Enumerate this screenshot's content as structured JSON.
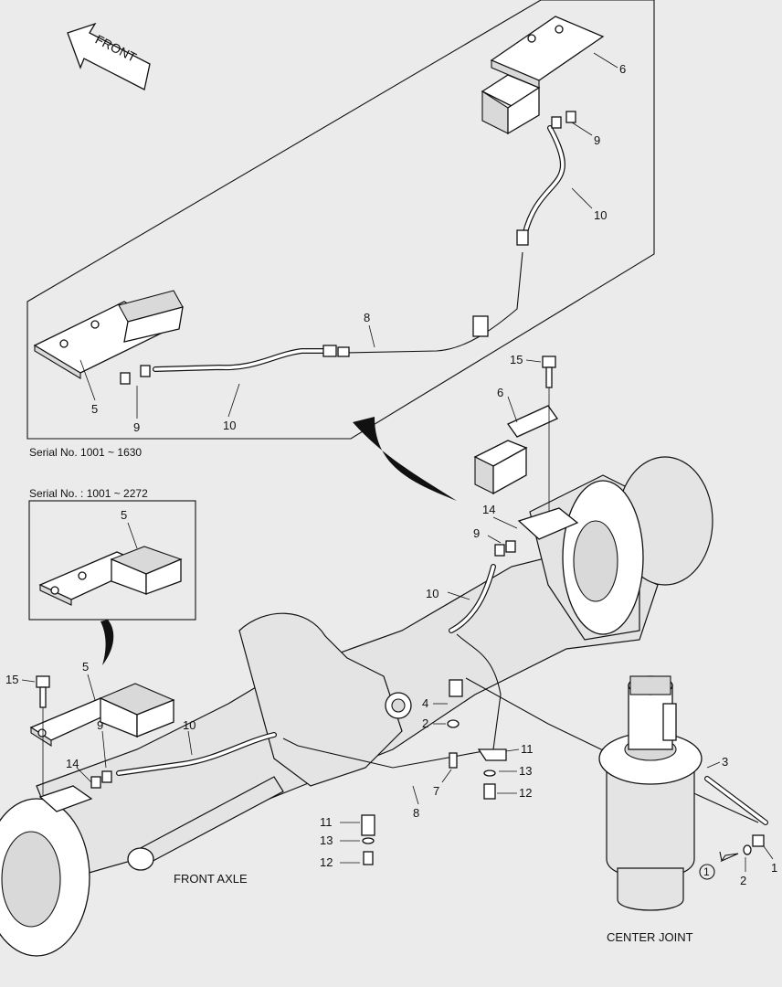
{
  "front_arrow": "FRONT",
  "inset_top": {
    "serial": "Serial No. 1001 ~ 1630"
  },
  "inset_mid": {
    "serial": "Serial No. : 1001 ~ 2272"
  },
  "captions": {
    "front_axle": "FRONT AXLE",
    "center_joint": "CENTER JOINT"
  },
  "labels": {
    "c1": "1",
    "c2": "2",
    "c3": "3",
    "c4": "4",
    "c2b": "2",
    "c5_inset": "5",
    "c5_mid": "5",
    "c5_main": "5",
    "c6_inset": "6",
    "c6_main": "6",
    "c7": "7",
    "c8_inset": "8",
    "c8_main": "8",
    "c9_inset_a": "9",
    "c9_inset_b": "9",
    "c9_main_a": "9",
    "c9_main_b": "9",
    "c10_inset_a": "10",
    "c10_inset_b": "10",
    "c10_main_a": "10",
    "c10_main_b": "10",
    "c11_a": "11",
    "c11_b": "11",
    "c12_a": "12",
    "c12_b": "12",
    "c13_a": "13",
    "c13_b": "13",
    "c14_a": "14",
    "c14_b": "14",
    "c15_a": "15",
    "c15_b": "15",
    "circ1": "1"
  }
}
